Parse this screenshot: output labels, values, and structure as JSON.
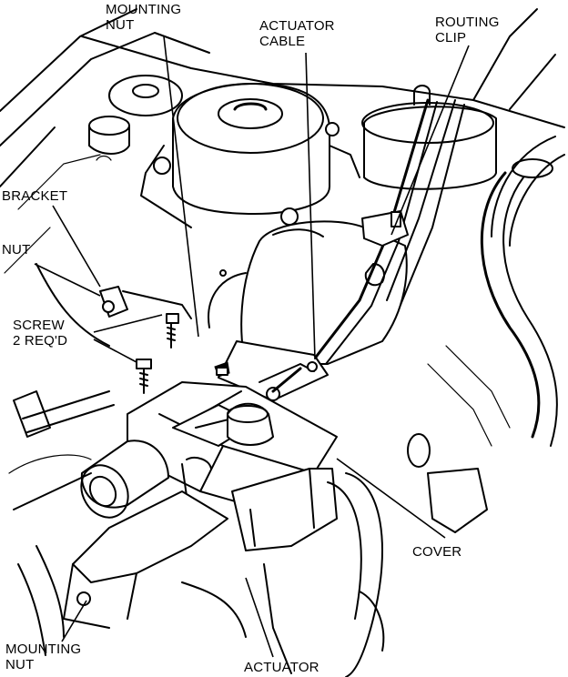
{
  "labels": {
    "mounting_nut_top": [
      "MOUNTING",
      "NUT"
    ],
    "actuator_cable": [
      "ACTUATOR",
      "CABLE"
    ],
    "routing_clip": [
      "ROUTING",
      "CLIP"
    ],
    "bracket": "BRACKET",
    "nut": "NUT",
    "screw": [
      "SCREW",
      "2 REQ'D"
    ],
    "cover": "COVER",
    "mounting_nut_bottom": [
      "MOUNTING",
      "NUT"
    ],
    "actuator": "ACTUATOR"
  }
}
